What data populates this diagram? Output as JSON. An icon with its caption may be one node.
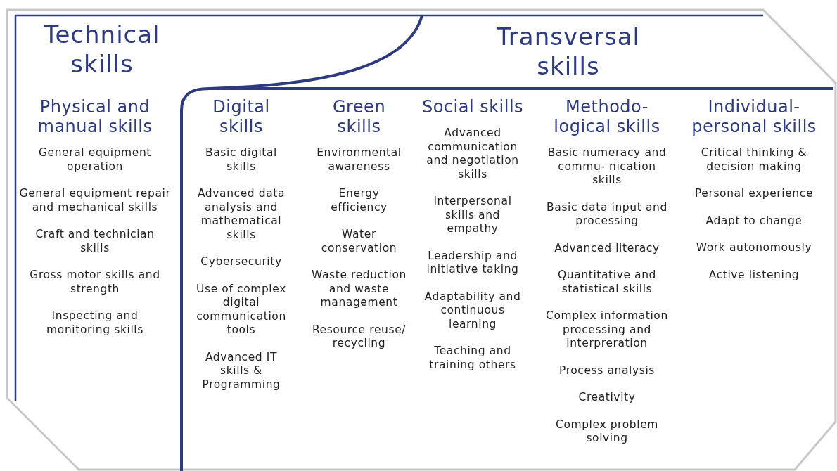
{
  "diagram": {
    "nodes": [
      {
        "text": [
          "Technical skills"
        ]
      },
      {
        "text": [
          "Transversal skills"
        ],
        "in": 0
      },
      {
        "text": [
          "Physical and manual skills",
          "General equipment operation",
          "General equipment repair and mechanical skills",
          "Craft and technician skills",
          "Gross motor skills and strength",
          "Inspecting and monitoring skills"
        ],
        "in": 0
      },
      {
        "text": [
          "Digital skills",
          "Basic digital skills",
          "Advanced data analysis and mathematical skills",
          "Cybersecurity",
          "Use of complex digital communication tools",
          "Advanced IT skills & Programming"
        ],
        "in": 1
      },
      {
        "text": [
          "Green skills",
          "Environmental awareness",
          "Energy efficiency",
          "Water conservation",
          "Waste reduction and waste management",
          "Resource reuse/ recycling"
        ],
        "in": 1
      },
      {
        "text": [
          "Social skills",
          "Advanced communication and negotiation skills",
          "Interpersonal skills and empathy",
          "Leadership and initiative taking",
          "Adaptability and continuous learning",
          "Teaching and training others"
        ],
        "in": 1
      },
      {
        "text": [
          "Methodo- logical skills",
          "Basic numeracy and commu- nication skills",
          "Basic data input and processing",
          "Advanced literacy",
          "Quantitative and statistical skills",
          "Complex information processing and interpreration",
          "Process analysis",
          "Creativity",
          "Complex problem solving"
        ],
        "in": 1
      },
      {
        "text": [
          "Individual- personal skills",
          "Critical thinking & decision making",
          "Personal experience",
          "Adapt to change",
          "Work autonomously",
          "Active listening"
        ],
        "in": 1
      }
    ]
  }
}
